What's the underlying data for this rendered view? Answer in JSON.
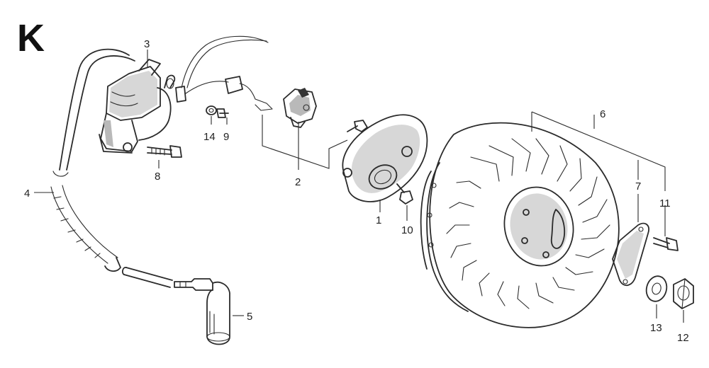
{
  "section_letter": "K",
  "callouts": {
    "c1": "1",
    "c2": "2",
    "c3": "3",
    "c4": "4",
    "c5": "5",
    "c6": "6",
    "c7": "7",
    "c8": "8",
    "c9": "9",
    "c10": "10",
    "c11": "11",
    "c12": "12",
    "c13": "13",
    "c14": "14"
  }
}
